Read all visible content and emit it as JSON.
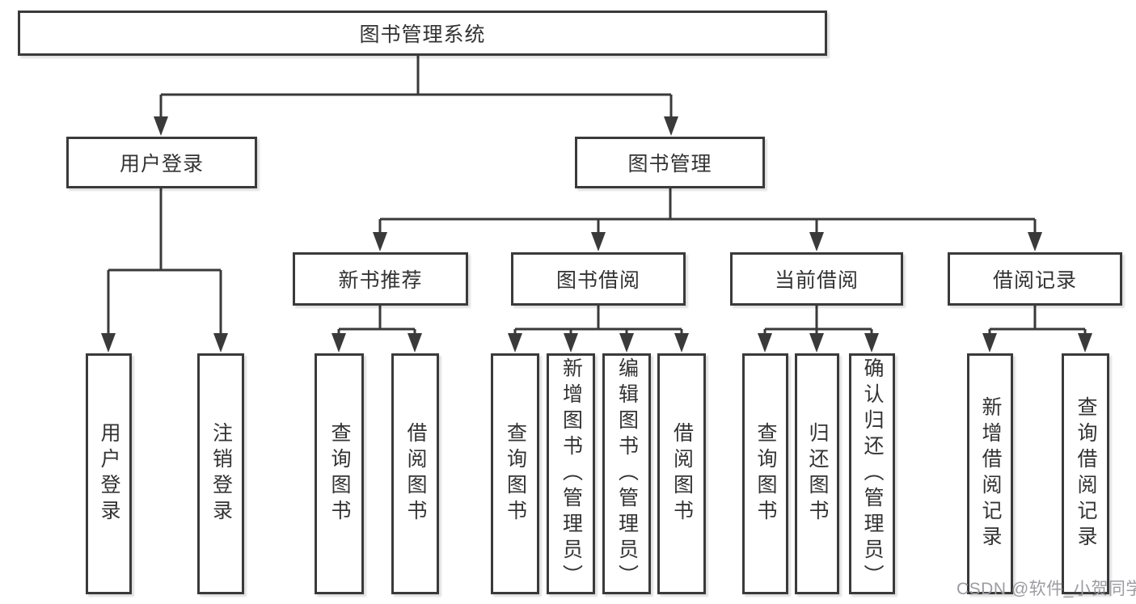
{
  "diagram": {
    "title": "图书管理系统",
    "branches": [
      {
        "label": "用户登录",
        "children": [
          "用户登录",
          "注销登录"
        ]
      },
      {
        "label": "图书管理",
        "groups": [
          {
            "label": "新书推荐",
            "children": [
              "查询图书",
              "借阅图书"
            ]
          },
          {
            "label": "图书借阅",
            "children": [
              "查询图书",
              "新增图书（管理员）",
              "编辑图书（管理员）",
              "借阅图书"
            ]
          },
          {
            "label": "当前借阅",
            "children": [
              "查询图书",
              "归还图书",
              "确认归还（管理员）"
            ]
          },
          {
            "label": "借阅记录",
            "children": [
              "新增借阅记录",
              "查询借阅记录"
            ]
          }
        ]
      }
    ]
  },
  "watermark": {
    "text": "CSDN @软件_小贺同学"
  },
  "colors": {
    "line": "#3a3a3a",
    "text": "#333333",
    "watermark": "#9c9ca1",
    "background": "#ffffff"
  }
}
